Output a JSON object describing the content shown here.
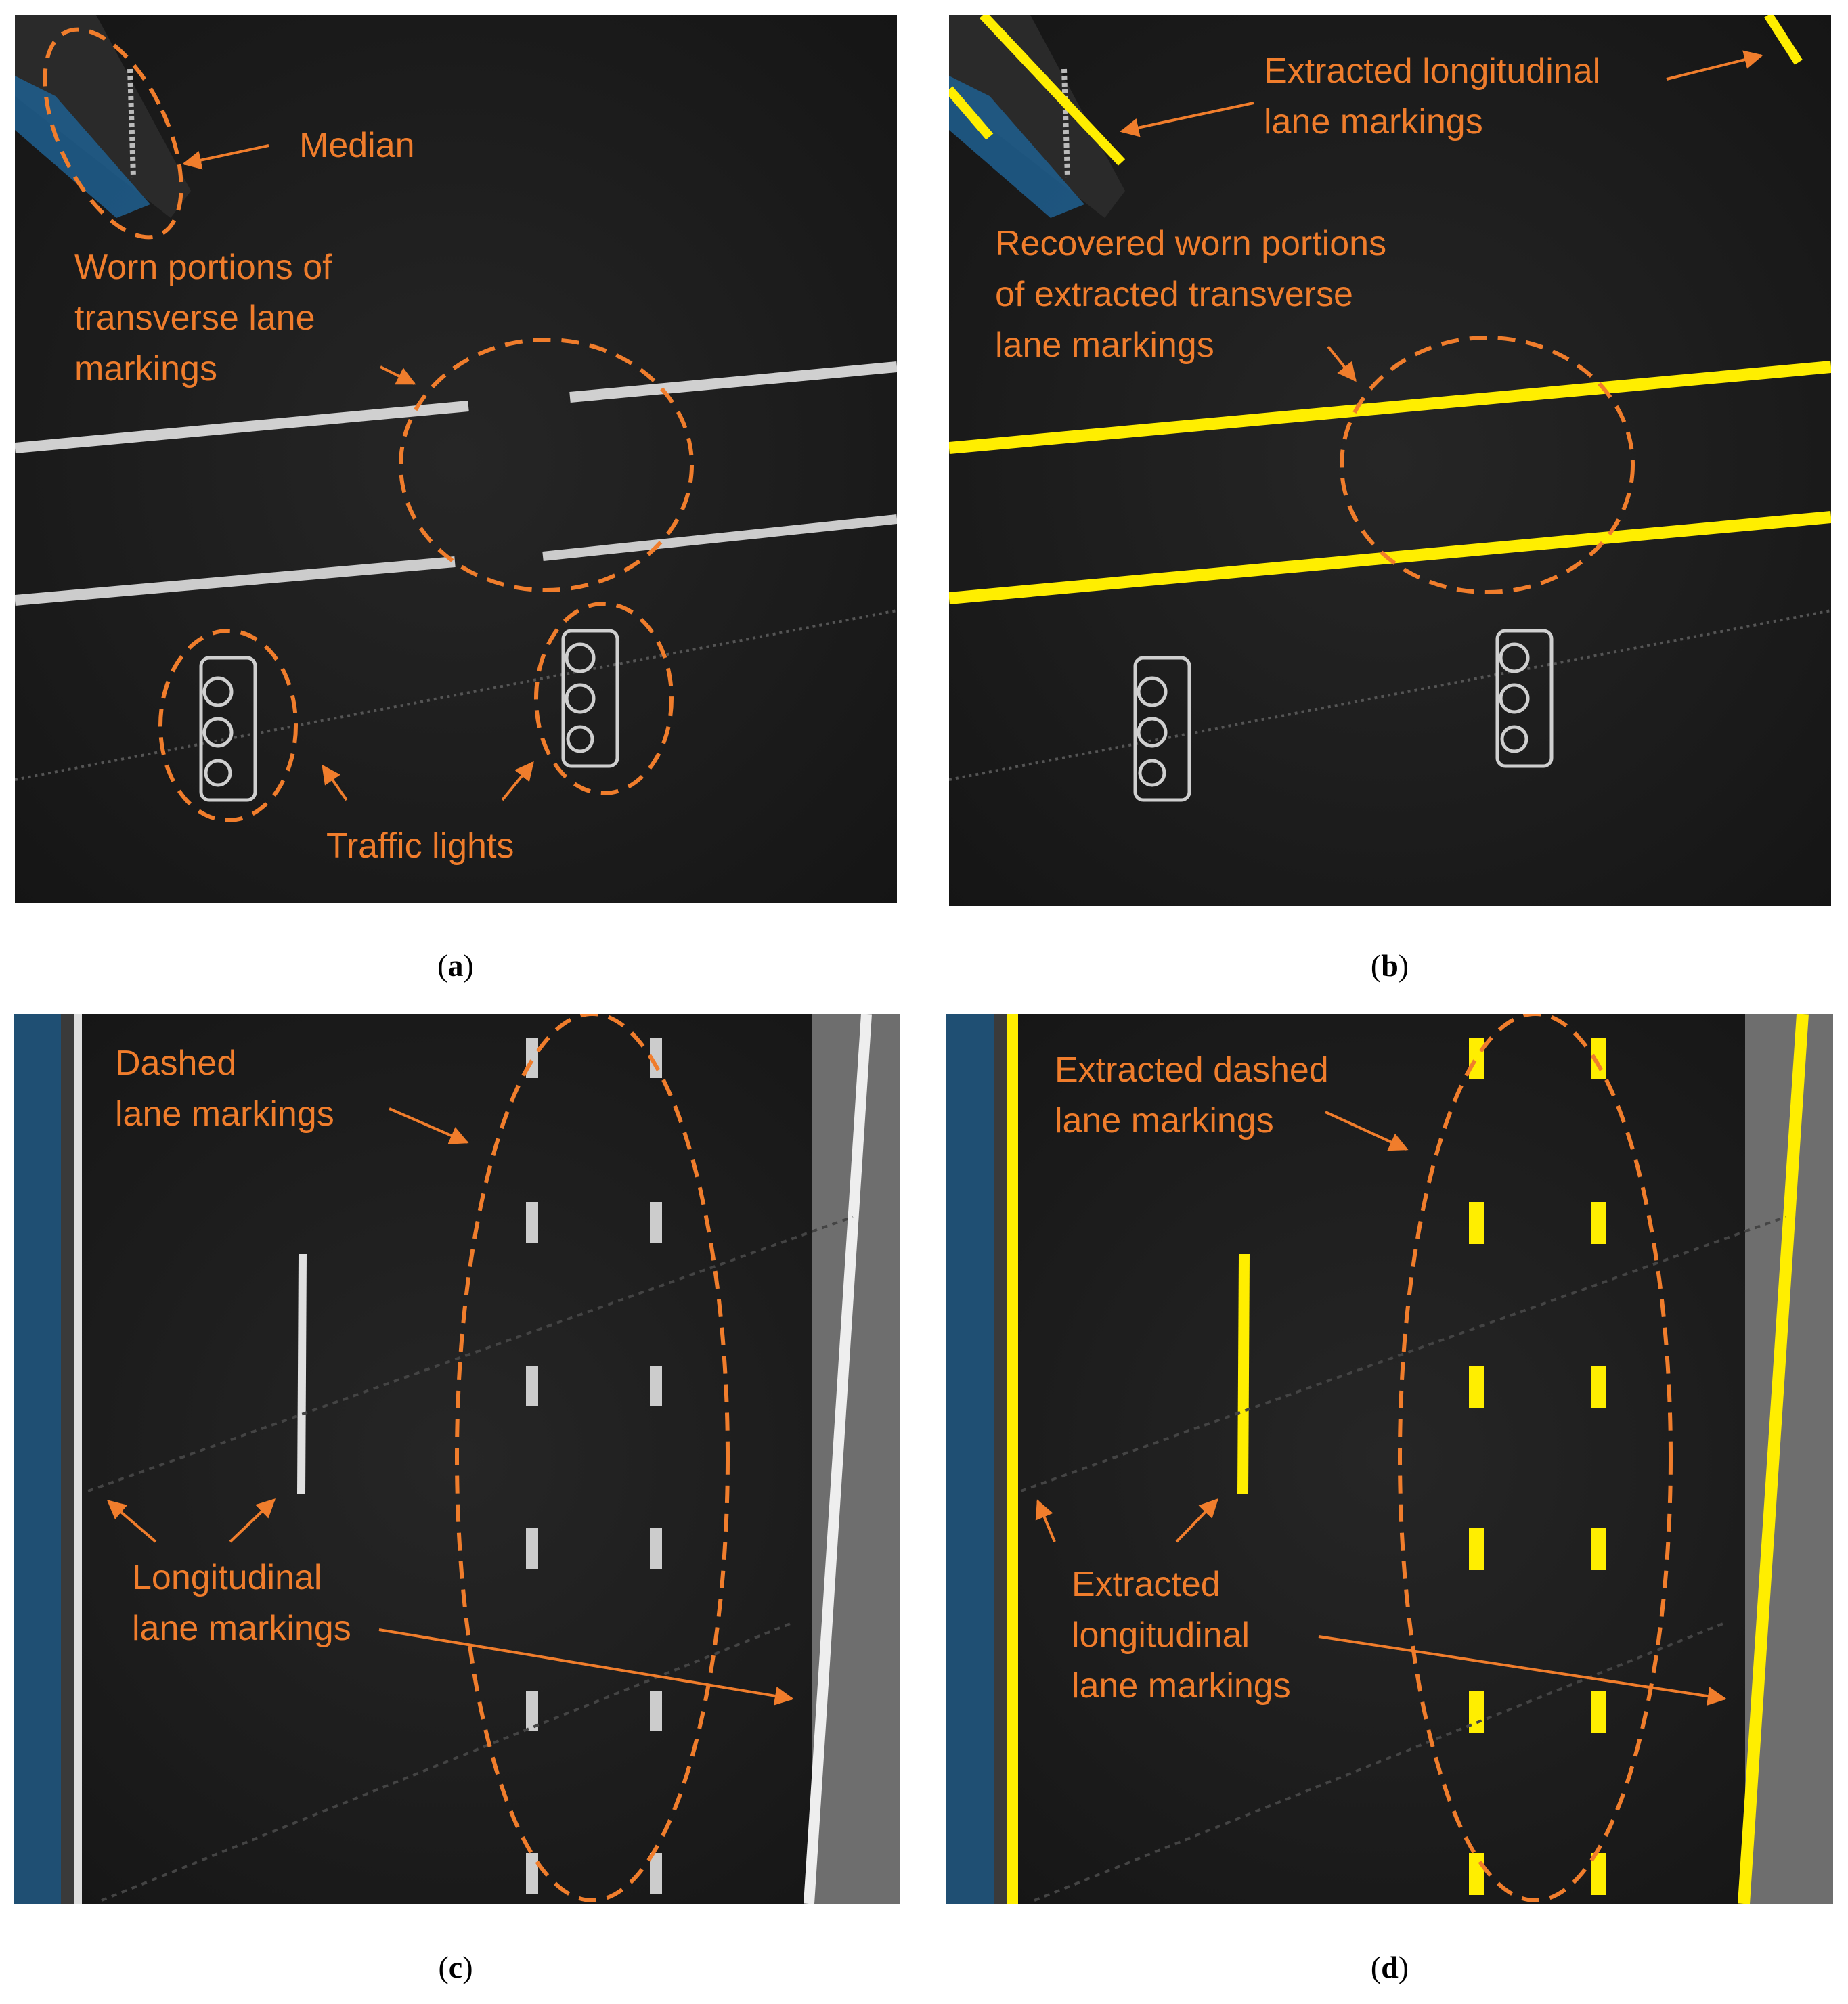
{
  "panels": {
    "a": {
      "caption": "a",
      "labels": {
        "median": "Median",
        "worn_1": "Worn portions of",
        "worn_2": "transverse lane",
        "worn_3": "markings",
        "traffic_lights": "Traffic lights"
      }
    },
    "b": {
      "caption": "b",
      "labels": {
        "ext_long_1": "Extracted longitudinal",
        "ext_long_2": "lane markings",
        "recovered_1": "Recovered worn portions",
        "recovered_2": "of extracted transverse",
        "recovered_3": "lane markings"
      }
    },
    "c": {
      "caption": "c",
      "labels": {
        "dashed_1": "Dashed",
        "dashed_2": "lane markings",
        "long_1": "Longitudinal",
        "long_2": "lane markings"
      }
    },
    "d": {
      "caption": "d",
      "labels": {
        "ext_dashed_1": "Extracted dashed",
        "ext_dashed_2": "lane markings",
        "ext_long_1": "Extracted",
        "ext_long_2": "longitudinal",
        "ext_long_3": "lane markings"
      }
    }
  },
  "colors": {
    "annotation": "#f07d2c",
    "extracted": "#ffee00",
    "marking": "#d8d8d8",
    "median": "#1f5f8f",
    "pavement": "#1a1a1a"
  }
}
